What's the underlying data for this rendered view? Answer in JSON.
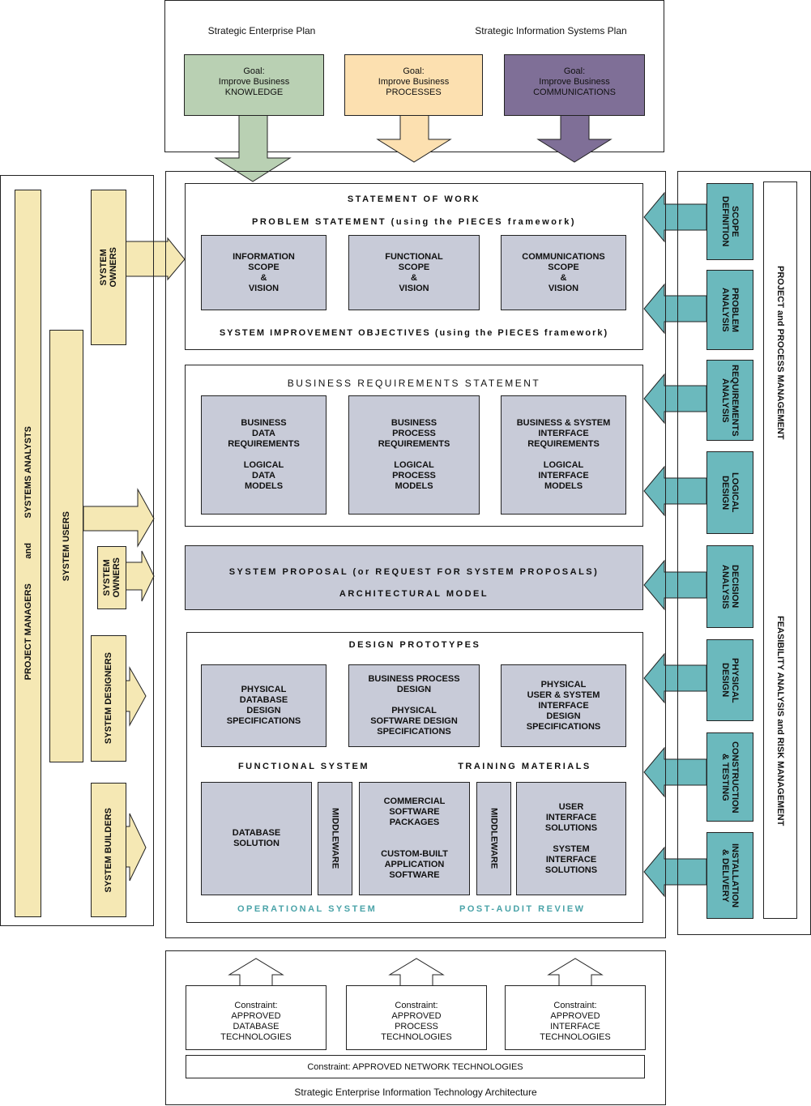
{
  "top": {
    "left_plan": "Strategic Enterprise Plan",
    "right_plan": "Strategic Information Systems Plan",
    "goals": [
      {
        "text": "Goal:\nImprove Business\nKNOWLEDGE",
        "color": "#b9d0b3"
      },
      {
        "text": "Goal:\nImprove Business\nPROCESSES",
        "color": "#fce0b0"
      },
      {
        "text": "Goal:\nImprove Business\nCOMMUNICATIONS",
        "color": "#7f6f97"
      }
    ]
  },
  "sow": {
    "title": "STATEMENT OF WORK",
    "problem": "PROBLEM STATEMENT (using the PIECES framework)",
    "boxes": [
      "INFORMATION\nSCOPE\n&\nVISION",
      "FUNCTIONAL\nSCOPE\n&\nVISION",
      "COMMUNICATIONS\nSCOPE\n&\nVISION"
    ],
    "objectives": "SYSTEM IMPROVEMENT OBJECTIVES (using the PIECES framework)"
  },
  "brs": {
    "title": "BUSINESS REQUIREMENTS STATEMENT",
    "boxes": [
      "BUSINESS\nDATA\nREQUIREMENTS\n\nLOGICAL\nDATA\nMODELS",
      "BUSINESS\nPROCESS\nREQUIREMENTS\n\nLOGICAL\nPROCESS\nMODELS",
      "BUSINESS & SYSTEM\nINTERFACE\nREQUIREMENTS\n\nLOGICAL\nINTERFACE\nMODELS"
    ]
  },
  "proposal": {
    "line1": "SYSTEM PROPOSAL (or REQUEST FOR SYSTEM PROPOSALS)",
    "line2": "ARCHITECTURAL MODEL"
  },
  "design": {
    "title": "DESIGN PROTOTYPES",
    "boxes": [
      "PHYSICAL\nDATABASE\nDESIGN\nSPECIFICATIONS",
      "BUSINESS PROCESS\nDESIGN\n\nPHYSICAL\nSOFTWARE DESIGN\nSPECIFICATIONS",
      "PHYSICAL\nUSER & SYSTEM\nINTERFACE\nDESIGN\nSPECIFICATIONS"
    ],
    "functional": "FUNCTIONAL SYSTEM",
    "training": "TRAINING MATERIALS",
    "bottom_boxes": {
      "database": "DATABASE\nSOLUTION",
      "middleware1": "MIDDLEWARE",
      "software": "COMMERCIAL\nSOFTWARE\nPACKAGES\n\n\nCUSTOM-BUILT\nAPPLICATION\nSOFTWARE",
      "middleware2": "MIDDLEWARE",
      "interface": "USER\nINTERFACE\nSOLUTIONS\n\nSYSTEM\nINTERFACE\nSOLUTIONS"
    },
    "operational": "OPERATIONAL SYSTEM",
    "post_audit": "POST-AUDIT REVIEW"
  },
  "left": {
    "pm_line": "PROJECT MANAGERS          and          SYSTEMS ANALYSTS",
    "system_users": "SYSTEM USERS",
    "system_owners_top": "SYSTEM\nOWNERS",
    "system_owners_mid": "SYSTEM\nOWNERS",
    "system_designers": "SYSTEM DESIGNERS",
    "system_builders": "SYSTEM BUILDERS",
    "color": "#f5e8b4"
  },
  "right": {
    "phases": [
      "SCOPE\nDEFINITION",
      "PROBLEM\nANALYSIS",
      "REQUIREMENTS\nANALYSIS",
      "LOGICAL\nDESIGN",
      "DECISION\nANALYSIS",
      "PHYSICAL\nDESIGN",
      "CONSTRUCTION\n& TESTING",
      "INSTALLATION\n& DELIVERY"
    ],
    "pm_text": "PROJECT and PROCESS MANAGEMENT",
    "risk_text": "FEASIBILITY ANALYSIS and RISK MANAGEMENT",
    "color": "#6bb9bd"
  },
  "bottom": {
    "constraints": [
      "Constraint:\nAPPROVED\nDATABASE\nTECHNOLOGIES",
      "Constraint:\nAPPROVED\nPROCESS\nTECHNOLOGIES",
      "Constraint:\nAPPROVED\nINTERFACE\nTECHNOLOGIES"
    ],
    "network": "Constraint: APPROVED NETWORK TECHNOLOGIES",
    "architecture": "Strategic Enterprise Information Technology Architecture"
  }
}
